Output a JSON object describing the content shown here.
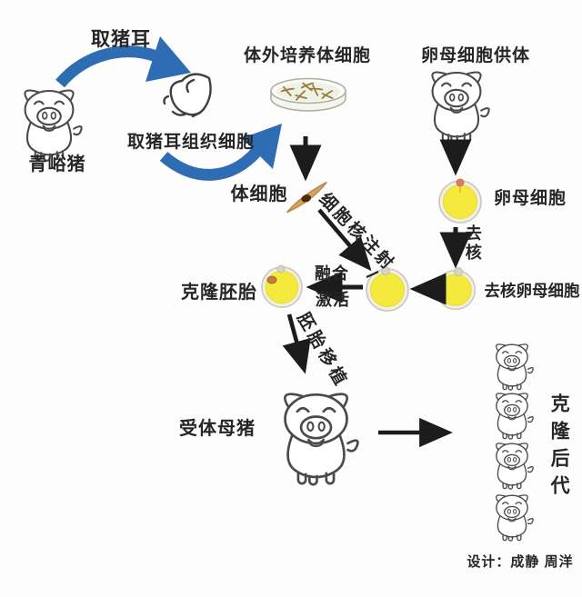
{
  "diagram": {
    "title_semantic": "somatic-cell-cloning-process-of-pig",
    "labels": {
      "take_pig_ear": "取猪耳",
      "donor_pig": "青峪猪",
      "take_ear_tissue_cells": "取猪耳组织细胞",
      "in_vitro_culture": "体外培养体细胞",
      "somatic_cell": "体细胞",
      "nuclear_injection": "细胞核注射",
      "oocyte_donor": "卵母细胞供体",
      "oocyte": "卵母细胞",
      "enucleation": "去核",
      "enucleated_oocyte": "去核卵母细胞",
      "fusion": "融合",
      "activation": "激活",
      "clone_embryo": "克隆胚胎",
      "embryo_transfer": "胚胎移植",
      "recipient_sow": "受体母猪",
      "clone_offspring": "克隆后代",
      "credit": "设计：成静 周洋"
    },
    "clone_offspring_count": 4,
    "colors": {
      "arrow_blue": "#2e6db4",
      "black_arrow": "#1c1c1c",
      "cell_yellow": "#f3ea3d",
      "cell_ring": "#f0efe2",
      "spindle_cell_tan": "#d8a35d",
      "nucleus_brown": "#4a2c10",
      "polar_body_pink": "#e0796b",
      "dish_fill": "#eef2e4",
      "ink": "#262626",
      "background": "#fdfdfd"
    }
  }
}
